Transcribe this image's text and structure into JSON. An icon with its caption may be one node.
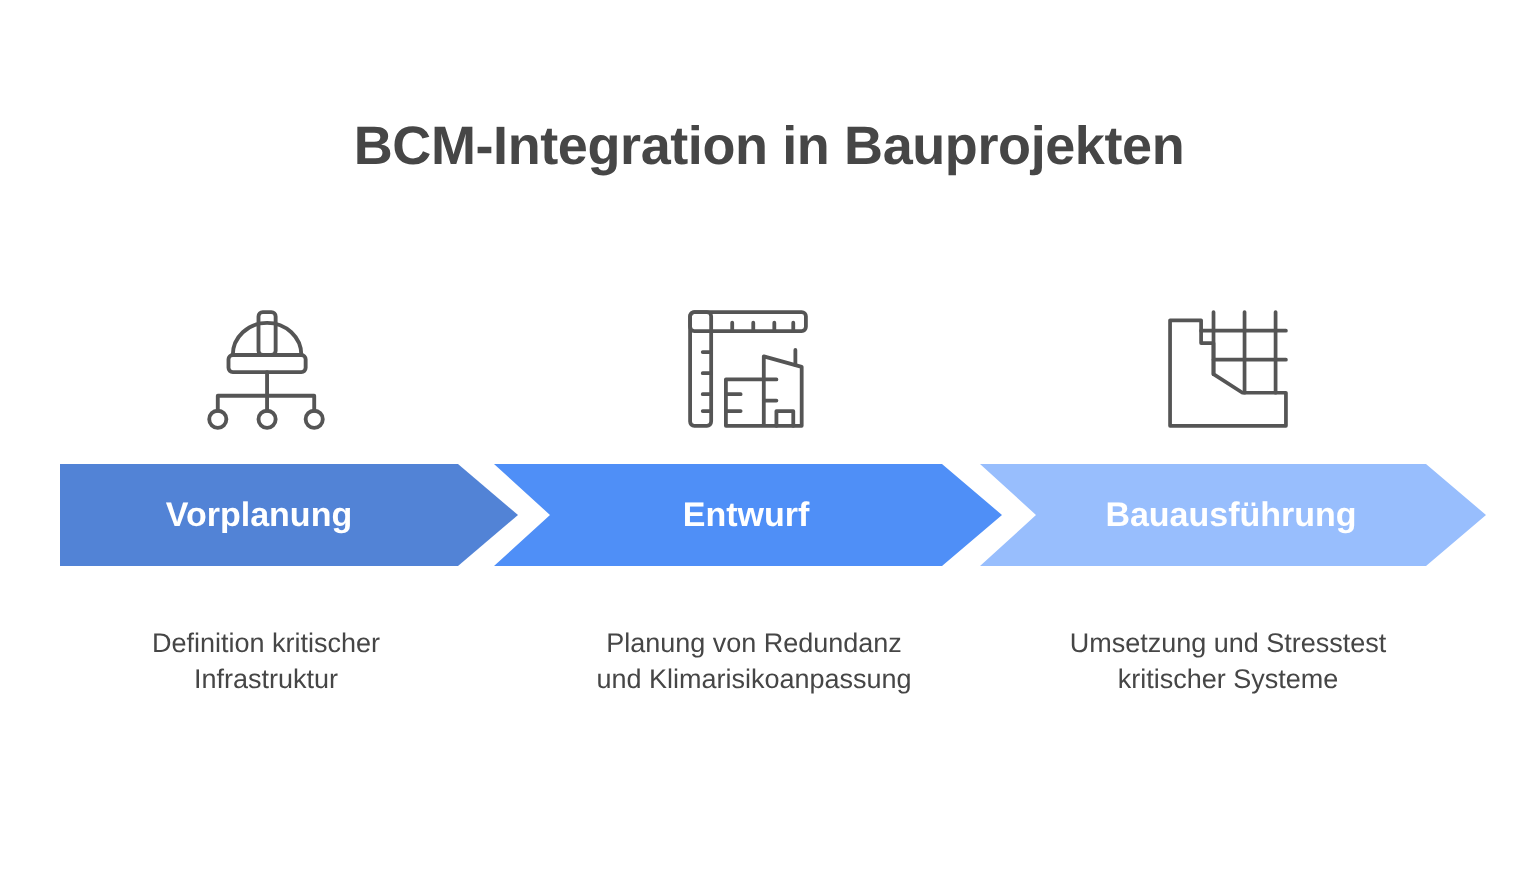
{
  "diagram": {
    "title": "BCM-Integration in Bauprojekten",
    "nodes": [
      {
        "text": [
          "Vorplanung"
        ],
        "beside": [
          "Definition kritischer Infrastruktur"
        ]
      },
      {
        "text": [
          "Entwurf"
        ],
        "beside": [
          "Planung von Redundanz und Klimarisikoanpassung"
        ]
      },
      {
        "text": [
          "Bauausführung"
        ],
        "beside": [
          "Umsetzung und Stresstest kritischer Systeme"
        ]
      }
    ]
  }
}
